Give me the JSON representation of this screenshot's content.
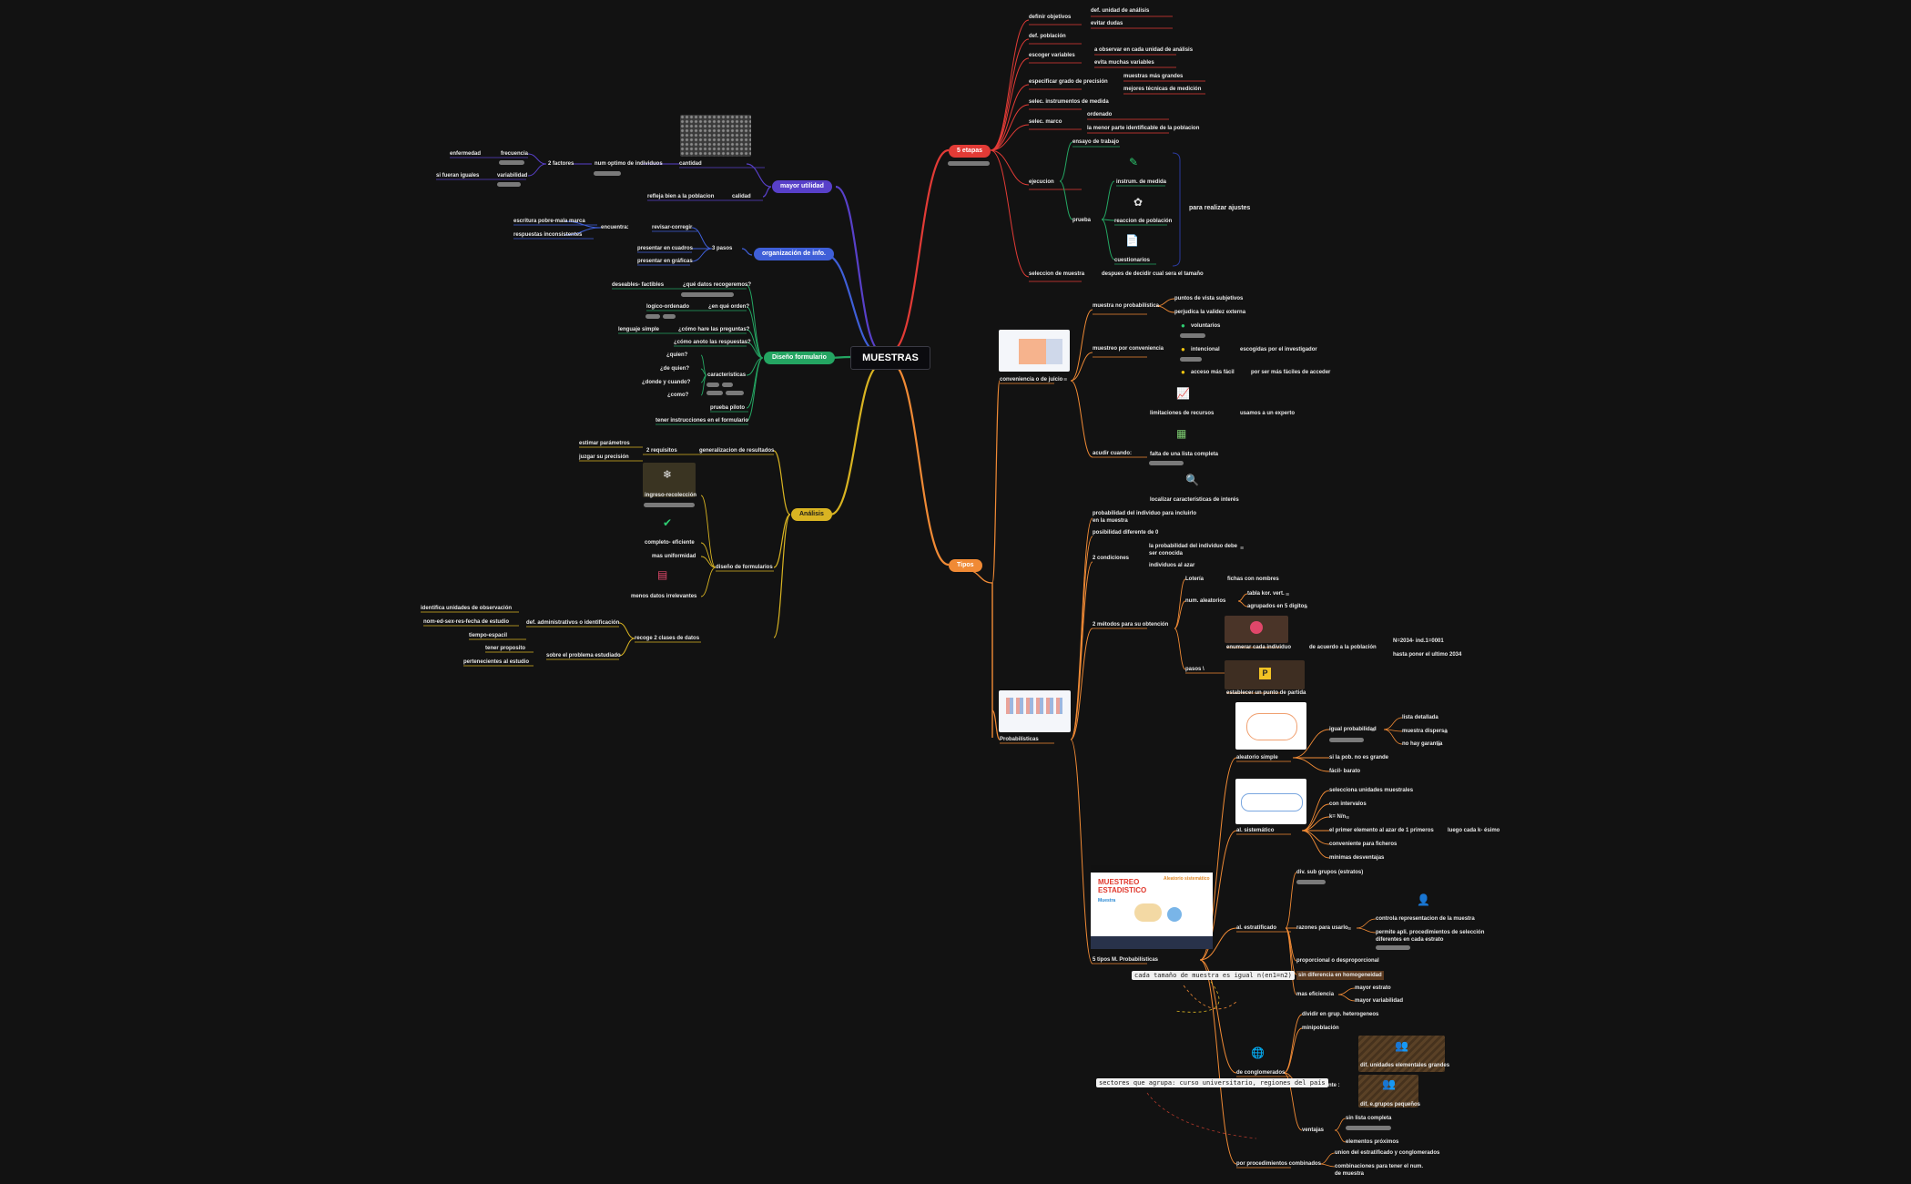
{
  "central": "MUESTRAS",
  "topics": {
    "etapas": "5 etapas",
    "tipos": "Tipos",
    "utilidad": "mayor utilidad",
    "organizacion": "organización de info.",
    "formulario": "Diseño formulario",
    "analisis": "Análisis"
  },
  "etapas": {
    "definir_objetivos": "definir objetivos",
    "unidad_analisis": "def. unidad de análisis",
    "evitar_dudas": "evitar dudas",
    "def_poblacion": "def. población",
    "escoger_variables": "escoger variables",
    "observar": "a observar en cada unidad de análisis",
    "evita_variables": "evita muchas variables",
    "precision": "especificar grado de precisión",
    "muestras_grandes": "muestras más grandes",
    "mejores_tecnicas": "mejores técnicas de medición",
    "instrumentos": "selec. instrumentos de medida",
    "selec_marco": "selec. marco",
    "ordenado": "ordenado",
    "menor_parte": "la menor parte identificable de la poblacion",
    "ensayo": "ensayo de trabajo",
    "ejecucion": "ejecucion",
    "prueba": "prueba",
    "instrum_medida": "instrum. de medida",
    "reaccion": "reaccion de población",
    "cuestionarios": "cuestionarios",
    "ajustes": "para realizar ajustes",
    "seleccion_muestra": "seleccion de muestra",
    "despues_decidir": "despues de decidir cual sera el tamaño"
  },
  "tipos": {
    "conveniencia": "conveniencia o de juicio",
    "no_prob": "muestra no probabilística",
    "puntos_vista": "puntos de vista subjetivos",
    "perjudica": "perjudica la validez externa",
    "por_conveniencia": "muestreo por conveniencia",
    "voluntarios": "voluntarios",
    "intencional": "intencional",
    "escogidas": "escogidas por el investigador",
    "acceso": "acceso más fácil",
    "por_ser": "por ser más fáciles de acceder",
    "acudir": "acudir cuando:",
    "limitaciones": "limitaciones de recursos",
    "usamos": "usamos a un experto",
    "falta_lista": "falta de una lista completa",
    "localizar": "localizar características de interés",
    "probabilisticas": "Probabilísticas",
    "tipos_m": "5 tipos M. Probabilísticas"
  },
  "prob": {
    "individuo": "probabilidad del individuo para incluirlo en la muestra",
    "distinta": "posibilidad diferente de 0",
    "condiciones": "2 condiciones",
    "misma": "la probabilidad del individuo debe ser conocida",
    "azar": "individuos al azar",
    "metodos": "2 métodos para su obtención",
    "num_aleatorios": "num. aleatorios",
    "loteria": "Lotería",
    "fichas": "fichas con nombres",
    "tabla": "tabla kor. vert.",
    "agrupados": "agrupados en 5 digitos",
    "pasos": "pasos \\",
    "enumerar": "enumerar cada individuo",
    "de_acuerdo": "de acuerdo a la población",
    "n2034": "N=2034- ind.1=0001",
    "hasta": "hasta poner el ultimo 2034",
    "establecer": "establecer un punto de partida"
  },
  "met": {
    "aleatorio_simple": "aleatorio simple",
    "igual_prob": "igual probabilidad",
    "lista_detallada": "lista detallada",
    "muestra_dispersa": "muestra dispersa",
    "no_hay_garantia": "no hay garantía",
    "si_la_pob": "si la pob. no es grande",
    "facil_barato": "fácil- barato",
    "sistematico": "al. sistemático",
    "selecciona": "selecciona unidades muestrales",
    "intervalos": "con intervalos",
    "kn": "k= N/n",
    "primer": "el primer elemento al azar de 1 primeros",
    "luego": "luego cada k- ésimo",
    "conveniente": "conveniente para ficheros",
    "minimas": "mínimas desventajas",
    "estratificado": "al. estratificado",
    "div_sub": "div. sub grupos (estratos)",
    "razones": "razones para usarlo",
    "controla": "controla representacion de la muestra",
    "permite": "permite apli. procedimientos de selección diferentes en cada estrato",
    "proporcional": "proporcional o desproporcional",
    "sin_diferencia": "sin diferencia en homogeneidad",
    "mas_eficiencia": "mas eficiencia",
    "mayor_estrato": "mayor estrato",
    "mayor_variabilidad": "mayor variabilidad",
    "conglomerados": "de conglomerados",
    "dividir": "dividir en grup. heterogeneos",
    "minipoblacion": "minipoblación",
    "dif_unidades": "dif. unidades elementales grandes",
    "mas_eficiente": "mas eficiente :",
    "dif_grupos": "dif. e.grupos pequeños",
    "ventajas": "ventajas",
    "sin_lista": "sin lista completa",
    "proximos": "elementos próximos",
    "combinados": "por procedimientos combinados",
    "union": "union del estratificado y conglomerados",
    "combinaciones": "combinaciones para tener el num. de muestra"
  },
  "callouts": {
    "tamano": "cada tamaño de muestra es igual n(en1=n2)",
    "sectores": "sectores que agrupa: curso universitario, regiones del país"
  },
  "utilidad": {
    "cantidad": "cantidad",
    "num_optimo": "num optimo de individuos",
    "factores": "2 factores",
    "frecuencia": "frecuencia",
    "enfermedad": "enfermedad",
    "variabilidad": "variabilidad",
    "si_fueran": "si fueran iguales",
    "calidad": "calidad",
    "refleja": "refleja bien a la poblacion"
  },
  "organizacion": {
    "pasos": "3 pasos",
    "revisar": "revisar-corregir",
    "encuentra": "encuentra:",
    "escritura": "escritura pobre-mala marca",
    "respuestas": "respuestas inconsistentes",
    "cuadros": "presentar en cuadros",
    "graficas": "presentar en gráficas"
  },
  "formulario": {
    "que_datos": "¿qué datos recogeremos?",
    "deseables": "deseables- factibles",
    "orden": "¿en qué orden?",
    "logico": "logico-ordenado",
    "como_hare": "¿cómo hare las preguntas?",
    "lenguaje": "lenguaje simple",
    "como_anoto": "¿cómo anoto las respuestas?",
    "caracteristicas": "caracteristicas",
    "quien": "¿quien?",
    "de_quien": "¿de quien?",
    "donde": "¿donde y cuando?",
    "como": "¿como?",
    "prueba_piloto": "prueba piloto",
    "instrucciones": "tener instrucciones en el formulario"
  },
  "analisis": {
    "generalizacion": "generalizacion de resultados",
    "requisitos": "2 requisitos",
    "estimar": "estimar parámetros",
    "juzgar": "juzgar su precisión",
    "ingreso": "ingreso-recolección",
    "completo": "completo- eficiente",
    "uniformidad": "mas uniformidad",
    "menos_datos": "menos datos irrelevantes",
    "diseno": "diseño de formularios",
    "recoge": "recoge 2 clases de datos",
    "def_admin": "def. administrativos o identificación",
    "identifica": "identifica unidades de observación",
    "nom": "nom-ed-sex-res-fecha de estudio",
    "sobre_problema": "sobre el problema estudiado",
    "tiempo": "tiempo-espacil",
    "tener": "tener proposito",
    "pertenecientes": "pertenecientes al estudio"
  },
  "colors": {
    "background": "#121212",
    "red": "#e23b36",
    "orange": "#f08a35",
    "purple": "#5840c9",
    "blue": "#3f5fd8",
    "green": "#24a562",
    "yellow": "#d9b422"
  }
}
